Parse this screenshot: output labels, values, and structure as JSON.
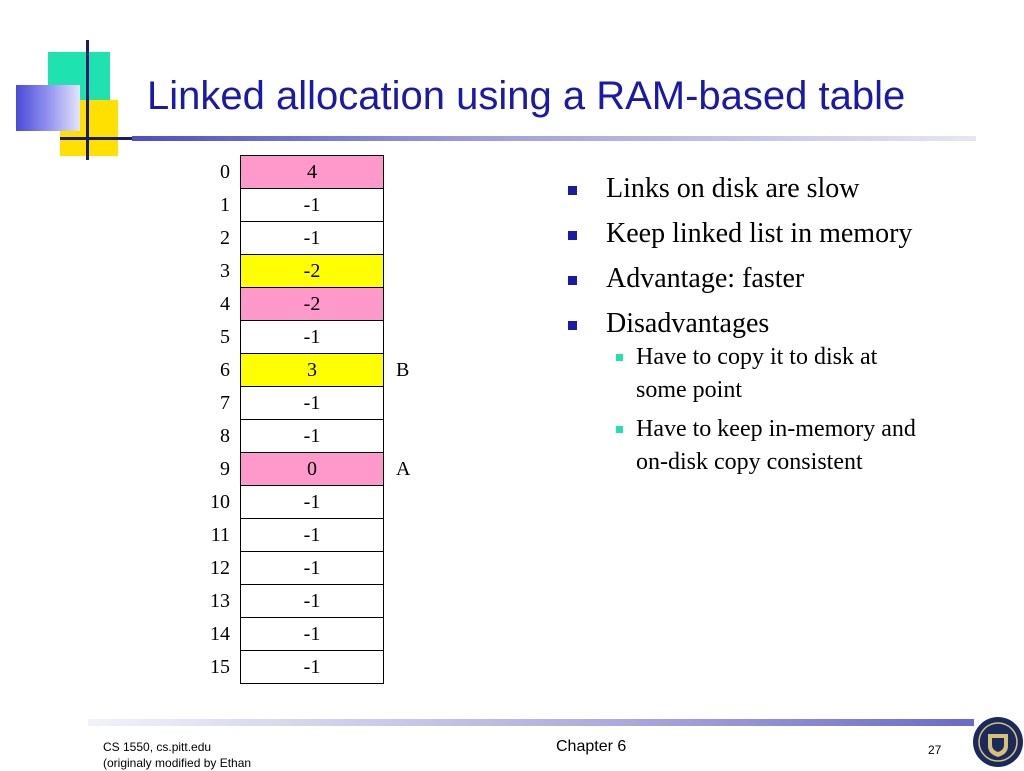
{
  "slide": {
    "title": "Linked allocation using a RAM-based table",
    "colors": {
      "title": "#1a1aa8",
      "pink": "#ff99cc",
      "yellow": "#ffff00",
      "white": "#ffffff"
    }
  },
  "table": {
    "rows": [
      {
        "index": "0",
        "value": "4",
        "fill": "pink",
        "label": ""
      },
      {
        "index": "1",
        "value": "-1",
        "fill": "white",
        "label": ""
      },
      {
        "index": "2",
        "value": "-1",
        "fill": "white",
        "label": ""
      },
      {
        "index": "3",
        "value": "-2",
        "fill": "yellow",
        "label": ""
      },
      {
        "index": "4",
        "value": "-2",
        "fill": "pink",
        "label": ""
      },
      {
        "index": "5",
        "value": "-1",
        "fill": "white",
        "label": ""
      },
      {
        "index": "6",
        "value": "3",
        "fill": "yellow",
        "label": "B"
      },
      {
        "index": "7",
        "value": "-1",
        "fill": "white",
        "label": ""
      },
      {
        "index": "8",
        "value": "-1",
        "fill": "white",
        "label": ""
      },
      {
        "index": "9",
        "value": "0",
        "fill": "pink",
        "label": "A"
      },
      {
        "index": "10",
        "value": "-1",
        "fill": "white",
        "label": ""
      },
      {
        "index": "11",
        "value": "-1",
        "fill": "white",
        "label": ""
      },
      {
        "index": "12",
        "value": "-1",
        "fill": "white",
        "label": ""
      },
      {
        "index": "13",
        "value": "-1",
        "fill": "white",
        "label": ""
      },
      {
        "index": "14",
        "value": "-1",
        "fill": "white",
        "label": ""
      },
      {
        "index": "15",
        "value": "-1",
        "fill": "white",
        "label": ""
      }
    ]
  },
  "bullets": {
    "b0": "Links on disk are slow",
    "b1": "Keep linked list in memory",
    "b2": "Advantage: faster",
    "b3": "Disadvantages",
    "sub0_l1": "Have to copy it to disk at",
    "sub0_l2": "some point",
    "sub1_l1": "Have to keep in-memory and",
    "sub1_l2": "on-disk copy consistent"
  },
  "footer": {
    "course": "CS 1550, cs.pitt.edu",
    "credit": "(originaly modified by Ethan",
    "chapter": "Chapter 6",
    "page": "27",
    "seal_icon": "university-seal-icon"
  }
}
